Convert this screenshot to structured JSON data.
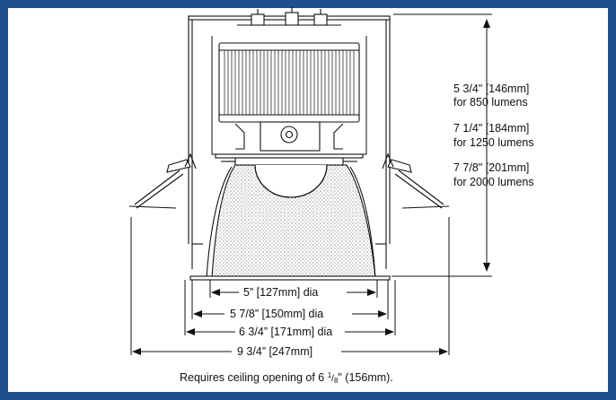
{
  "dimensions": {
    "height": [
      {
        "size": "5 3/4\" [146mm]",
        "note": "for 850 lumens"
      },
      {
        "size": "7 1/4\" [184mm]",
        "note": "for 1250 lumens"
      },
      {
        "size": "7 7/8\" [201mm]",
        "note": "for 2000 lumens"
      }
    ],
    "widths": [
      {
        "prefix": "5",
        "suffix": " [127mm] dia"
      },
      {
        "prefix": "5 7/8",
        "suffix": " [150mm] dia"
      },
      {
        "prefix": "6 3/4",
        "suffix": " [171mm] dia"
      },
      {
        "prefix": "9 3/4",
        "suffix": " [247mm]"
      }
    ]
  },
  "caption": {
    "before": "Requires ceiling opening of 6 ",
    "frac_num": "1",
    "frac_den": "8",
    "after": "\" (156mm)."
  },
  "colors": {
    "frame": "#1f4e8c",
    "line": "#111111"
  }
}
